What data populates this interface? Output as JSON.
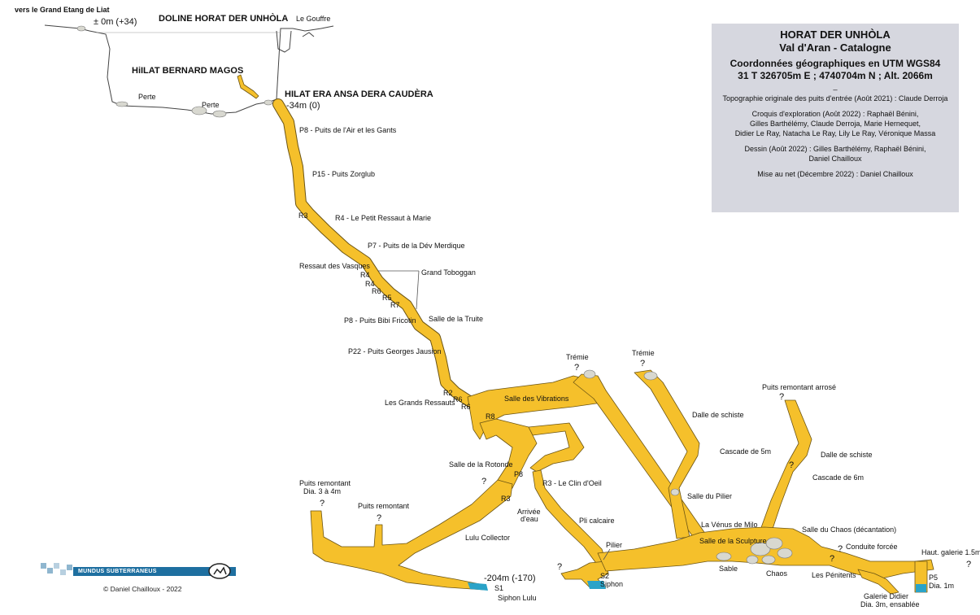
{
  "title_box": {
    "title": "HORAT DER UNHÒLA",
    "subtitle": "Val d'Aran - Catalogne",
    "coords_title": "Coordonnées géographiques en UTM WGS84",
    "coords_value": "31 T 326705m E ; 4740704m N ; Alt. 2066m",
    "dash": "_",
    "topo": "Topographie originale des puits d'entrée (Août 2021) : Claude Derroja",
    "croquis_1": "Croquis d'exploration (Août 2022) : Raphaël Bénini,",
    "croquis_2": "Gilles Barthélémy, Claude Derroja, Marie Hernequet,",
    "croquis_3": "Didier Le Ray, Natacha Le Ray, Lily Le Ray, Véronique Massa",
    "dessin_1": "Dessin (Août 2022) : Gilles Barthélémy, Raphaël Bénini,",
    "dessin_2": "Daniel Chailloux",
    "mise": "Mise au net (Décembre 2022) : Daniel Chailloux"
  },
  "labels": {
    "grand_etang": "vers le Grand Etang de Liat",
    "zero": "± 0m (+34)",
    "doline": "DOLINE HORAT DER UNHÒLA",
    "gouffre": "Le Gouffre",
    "hillat": "HiILAT BERNARD MAGOS",
    "hilat_ansa": "HILAT ERA ANSA DERA CAUDÈRA",
    "depth_34": "-34m (0)",
    "perte1": "Perte",
    "perte2": "Perte",
    "p8_air": "P8 - Puits de l'Air et les Gants",
    "p15": "P15 - Puits Zorglub",
    "r3a": "R3",
    "r4_petit": "R4 - Le Petit Ressaut à Marie",
    "p7": "P7 - Puits de la Dév Merdique",
    "vasques": "Ressaut des Vasques",
    "toboggan": "Grand Toboggan",
    "r4b": "R4",
    "r4c": "R4",
    "r6a": "R6",
    "r5": "R5",
    "r7": "R7",
    "truite": "Salle de la Truite",
    "p8_bibi": "P8 - Puits Bibi Fricotin",
    "p22": "P22 - Puits Georges Jausion",
    "r2": "R2",
    "r6b": "R6",
    "grands_ressauts": "Les Grands Ressauts",
    "r6c": "R6",
    "r8": "R8",
    "vibrations": "Salle des Vibrations",
    "tremie1": "Trémie",
    "tremie2": "Trémie",
    "puits_arrose": "Puits remontant arrosé",
    "dalle1": "Dalle de schiste",
    "cascade5": "Cascade de 5m",
    "dalle2": "Dalle de schiste",
    "cascade6": "Cascade de 6m",
    "rotonde": "Salle de la Rotonde",
    "p8c": "P8",
    "r3_clin": "R3 - Le Clin d'Oeil",
    "r3b": "R3",
    "pilier_salle": "Salle du Pilier",
    "arrivee": "Arrivée",
    "deau": "d'eau",
    "pli": "Pli calcaire",
    "puits_rem1a": "Puits remontant",
    "puits_rem1b": "Dia. 3 à 4m",
    "puits_rem2": "Puits remontant",
    "lulu_collector": "Lulu Collector",
    "venus": "La Vénus de Milo",
    "sculpture": "Salle de la Sculpture",
    "chaos_salle": "Salle du Chaos (décantation)",
    "conduite": "Conduite forcée",
    "haut_gal": "Haut. galerie 1.5m",
    "pilier": "Pilier",
    "sable": "Sable",
    "chaos": "Chaos",
    "penitents": "Les Pénitents",
    "p5": "P5",
    "p5dia": "Dia. 1m",
    "depth_204": "-204m (-170)",
    "s1": "S1",
    "siphon_lulu": "Siphon Lulu",
    "s2": "S2",
    "siphon": "Siphon",
    "galerie_didier": "Galerie Didier",
    "galerie_didier2": "Dia. 3m, ensablée",
    "q1": "?",
    "q2": "?",
    "q3": "?",
    "q4": "?",
    "q5": "?",
    "q6": "?",
    "q7": "?",
    "q8": "?",
    "q9": "?",
    "q10": "?",
    "q11": "?"
  },
  "footer": {
    "logo_text": "MUNDUS SUBTERRANEUS",
    "copyright": "© Daniel Chailloux - 2022"
  },
  "colors": {
    "gallery_fill": "#f5c02b",
    "gallery_edge": "#6b5414",
    "water": "#2aa3c8",
    "info_box": "#d6d7df",
    "logo_blue": "#1e6fa0"
  }
}
